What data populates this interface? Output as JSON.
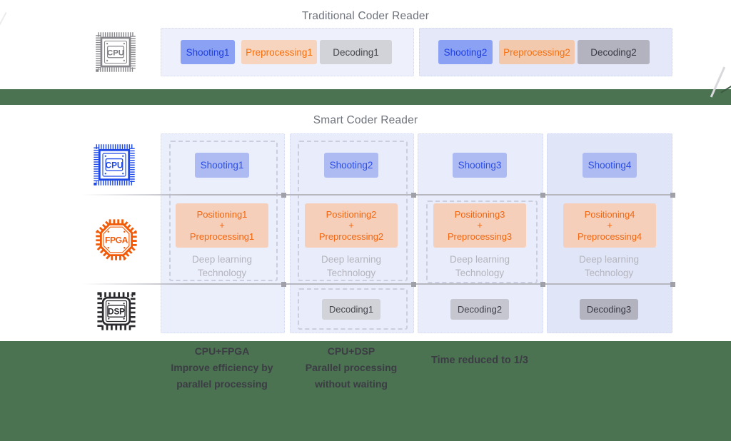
{
  "palette": {
    "green": "#4b7251",
    "blue_text": "#1e3fe3",
    "blue_fill": "#aebbf3",
    "orange_text": "#f4660f",
    "orange_fill": "#f5cfb9",
    "gray_fill": "#c5c6cf",
    "muted_text": "#b4b5bd",
    "title_text": "#6e727b",
    "footer_text": "#3c3c45",
    "cpu_gray": "#85858a",
    "cpu_blue": "#1d49e8",
    "fpga_orange": "#f25a08",
    "dsp_black": "#2a2a2e"
  },
  "traditional": {
    "title": "Traditional Coder Reader",
    "chip_label": "CPU",
    "groups": [
      {
        "shooting": "Shooting1",
        "preprocessing": "Preprocessing1",
        "decoding": "Decoding1"
      },
      {
        "shooting": "Shooting2",
        "preprocessing": "Preprocessing2",
        "decoding": "Decoding2"
      }
    ]
  },
  "smart": {
    "title": "Smart Coder Reader",
    "chips": [
      {
        "label": "CPU"
      },
      {
        "label": "FPGA"
      },
      {
        "label": "DSP"
      }
    ],
    "columns": [
      {
        "shooting": "Shooting1",
        "positioning": "Positioning1",
        "plus": "+",
        "preprocessing": "Preprocessing1",
        "tech_line1": "Deep learning",
        "tech_line2": "Technology"
      },
      {
        "shooting": "Shooting2",
        "positioning": "Positioning2",
        "plus": "+",
        "preprocessing": "Preprocessing2",
        "tech_line1": "Deep learning",
        "tech_line2": "Technology",
        "decoding": "Decoding1"
      },
      {
        "shooting": "Shooting3",
        "positioning": "Positioning3",
        "plus": "+",
        "preprocessing": "Preprocessing3",
        "tech_line1": "Deep learning",
        "tech_line2": "Technology",
        "decoding": "Decoding2"
      },
      {
        "shooting": "Shooting4",
        "positioning": "Positioning4",
        "plus": "+",
        "preprocessing": "Preprocessing4",
        "tech_line1": "Deep learning",
        "tech_line2": "Technology",
        "decoding": "Decoding3"
      }
    ]
  },
  "footer": {
    "note1_line1": "CPU+FPGA",
    "note1_line2": "Improve efficiency by",
    "note1_line3": "parallel processing",
    "note2_line1": "CPU+DSP",
    "note2_line2": "Parallel processing",
    "note2_line3": "without waiting",
    "note3": "Time reduced to 1/3"
  }
}
